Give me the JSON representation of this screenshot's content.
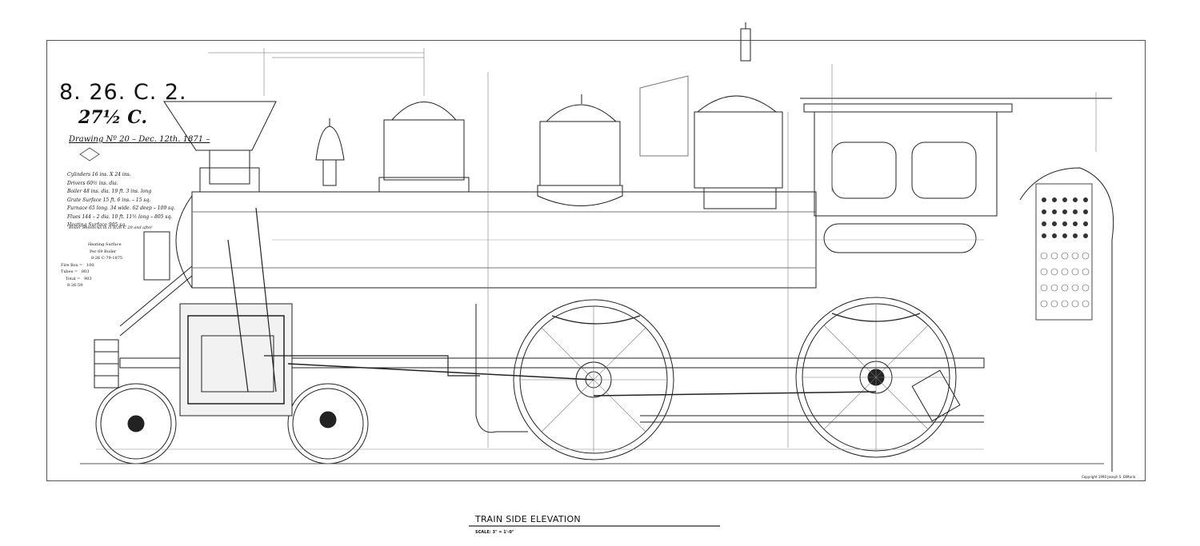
{
  "title_block": {
    "class_number": "8. 26. C. 2.",
    "class_name": "27½ C.",
    "drawing_ref": "Drawing Nº 20 – Dec. 12th. 1871 –"
  },
  "specs": [
    "Cylinders 16 ins. X 24 ins.",
    "Drivers 60½ ins. dia.",
    "Boiler 48 ins. dia. 19 ft. 3 ins. long",
    "Grate Surface 15 ft. 6 ins. – 15 sq.",
    "Furnace 65 long. 34 wide. 62 deep – 109 sq.",
    "Flues 144 – 2 dia. 10 ft. 11½ long – 805 sq.",
    "Heating Surface 905 sq."
  ],
  "boiler_note": "Boiler Sheets as in cl 8/26 C 20 and after",
  "heating_table": {
    "header1": "Heating Surface",
    "header2": "Per 69 Boiler",
    "header3": "8-26 C-79-1875",
    "rows": [
      "Fire Box =   100",
      "Tubes =   803",
      "Total =   903"
    ],
    "footer": "8-26-59"
  },
  "copyright": "Copyright 1990 Joseph S. DiMaria",
  "footer": {
    "title": "TRAIN SIDE ELEVATION",
    "scale": "SCALE: 3\" = 1'-0\""
  }
}
